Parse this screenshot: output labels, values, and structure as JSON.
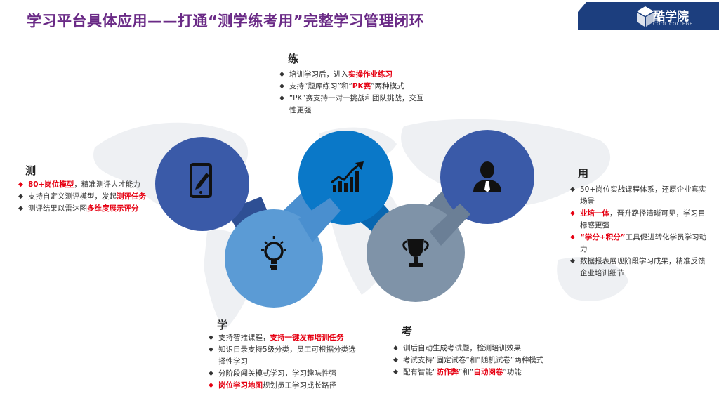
{
  "title": "学习平台具体应用——打通“测学练考用”完整学习管理闭环",
  "logo": {
    "name": "酷学院",
    "sub": "COOL COLLEGE",
    "bg_color": "#1c3e7e"
  },
  "colors": {
    "ce": "#3a5aa8",
    "xue": "#5b9bd5",
    "lian": "#0a78c8",
    "kao": "#7f93a8",
    "yong": "#3a5aa8",
    "highlight": "#e60012",
    "title": "#6a2a86"
  },
  "sections": {
    "lian": {
      "title": "练",
      "icon": "trending-chart-icon",
      "items": [
        {
          "parts": [
            {
              "t": "培训学习后，进入"
            },
            {
              "t": "实操作业练习",
              "hl": true
            }
          ]
        },
        {
          "parts": [
            {
              "t": "支持“题库练习”和“"
            },
            {
              "t": "PK赛",
              "hl": true
            },
            {
              "t": "”两种模式"
            }
          ]
        },
        {
          "parts": [
            {
              "t": "“PK”赛支持一对一挑战和团队挑战，交互性更强"
            }
          ]
        }
      ]
    },
    "ce": {
      "title": "测",
      "icon": "tablet-pen-icon",
      "items": [
        {
          "red": true,
          "parts": [
            {
              "t": "80+岗位模型",
              "hl": true
            },
            {
              "t": "，精准测评人才能力"
            }
          ]
        },
        {
          "parts": [
            {
              "t": "支持自定义测评模型，发起"
            },
            {
              "t": "测评任务",
              "hl": true
            }
          ]
        },
        {
          "parts": [
            {
              "t": "测评结果以雷达图"
            },
            {
              "t": "多维度展示评分",
              "hl": true
            }
          ]
        }
      ]
    },
    "yong": {
      "title": "用",
      "icon": "user-icon",
      "items": [
        {
          "parts": [
            {
              "t": "50+岗位实战课程体系，还原企业真实场景"
            }
          ]
        },
        {
          "red": true,
          "parts": [
            {
              "t": "业培一体",
              "hl": true
            },
            {
              "t": "，晋升路径清晰可见，学习目标感更强"
            }
          ]
        },
        {
          "red": true,
          "parts": [
            {
              "t": "“学分+积分”",
              "hl": true
            },
            {
              "t": "工具促进转化学员学习动力"
            }
          ]
        },
        {
          "parts": [
            {
              "t": "数据报表展现阶段学习成果，精准反馈企业培训细节"
            }
          ]
        }
      ]
    },
    "xue": {
      "title": "学",
      "icon": "lightbulb-icon",
      "items": [
        {
          "parts": [
            {
              "t": "支持智推课程，"
            },
            {
              "t": "支持一键发布培训任务",
              "hl": true
            }
          ]
        },
        {
          "parts": [
            {
              "t": "知识目录支持5级分类，员工可根据分类选择性学习"
            }
          ]
        },
        {
          "parts": [
            {
              "t": "分阶段闯关模式学习，学习趣味性强"
            }
          ]
        },
        {
          "red": true,
          "parts": [
            {
              "t": "岗位学习地图",
              "hl": true
            },
            {
              "t": "规划员工学习成长路径"
            }
          ]
        }
      ]
    },
    "kao": {
      "title": "考",
      "icon": "trophy-icon",
      "items": [
        {
          "parts": [
            {
              "t": "训后自动生成考试题，检测培训效果"
            }
          ]
        },
        {
          "parts": [
            {
              "t": "考试支持“固定试卷”和“随机试卷”两种模式"
            }
          ]
        },
        {
          "parts": [
            {
              "t": "配有智能“"
            },
            {
              "t": "防作弊",
              "hl": true
            },
            {
              "t": "”和“"
            },
            {
              "t": "自动阅卷",
              "hl": true
            },
            {
              "t": "”功能"
            }
          ]
        }
      ]
    }
  }
}
